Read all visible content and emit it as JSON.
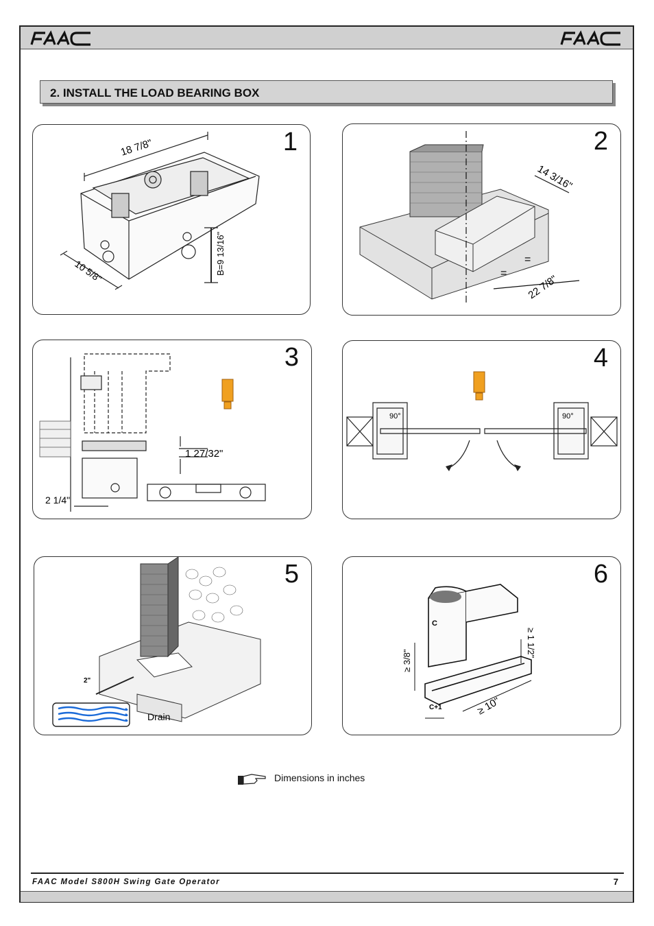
{
  "header": {
    "logo_left": "FAAC",
    "logo_right": "FAAC"
  },
  "section": {
    "title": "2.    INSTALL THE LOAD BEARING BOX"
  },
  "panels": [
    {
      "number": "1",
      "dims": [
        "18 7/8\"",
        "10 5/8\"",
        "B=9 13/16\""
      ]
    },
    {
      "number": "2",
      "dims": [
        "14 3/16\"",
        "22 7/8\"",
        "="
      ]
    },
    {
      "number": "3",
      "dims": [
        "1 27/32\"",
        "2 1/4\""
      ]
    },
    {
      "number": "4",
      "dims": [
        "90°",
        "90°"
      ]
    },
    {
      "number": "5",
      "dims": [
        "2\"",
        "Drain"
      ]
    },
    {
      "number": "6",
      "dims": [
        "C",
        "≥ 3/8\"",
        "≥ 1 1/2\"",
        "≥ 10\"",
        "C+1"
      ]
    }
  ],
  "note": {
    "text": "Dimensions in inches"
  },
  "footer": {
    "model": "FAAC Model S800H Swing Gate Operator",
    "page": "7"
  },
  "colors": {
    "band": "#d0d0d0",
    "warning": "#f0a020",
    "water": "#1a6ad8"
  }
}
